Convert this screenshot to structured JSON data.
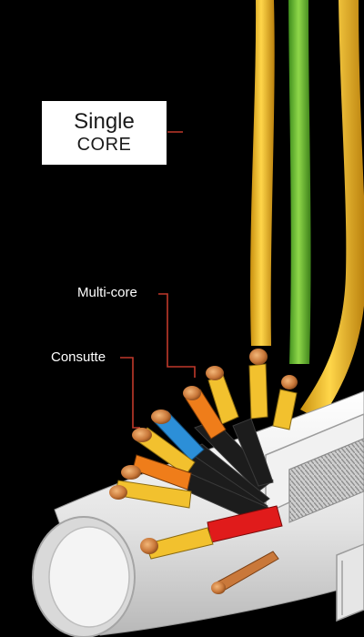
{
  "labels": {
    "single_line1": "Single",
    "single_line2": "CORE",
    "multi": "Multi-core",
    "consutte": "Consutte"
  },
  "colors": {
    "background": "#000000",
    "label_box": "#ffffff",
    "callout_line": "#c0392b",
    "wire_yellow": "#f2c12e",
    "wire_green": "#5cb82e",
    "wire_orange": "#ef7d1a",
    "wire_blue": "#2c8fd8",
    "wire_red": "#e01b1b",
    "copper": "#c9783a",
    "conduit": "#e9e9e9"
  }
}
